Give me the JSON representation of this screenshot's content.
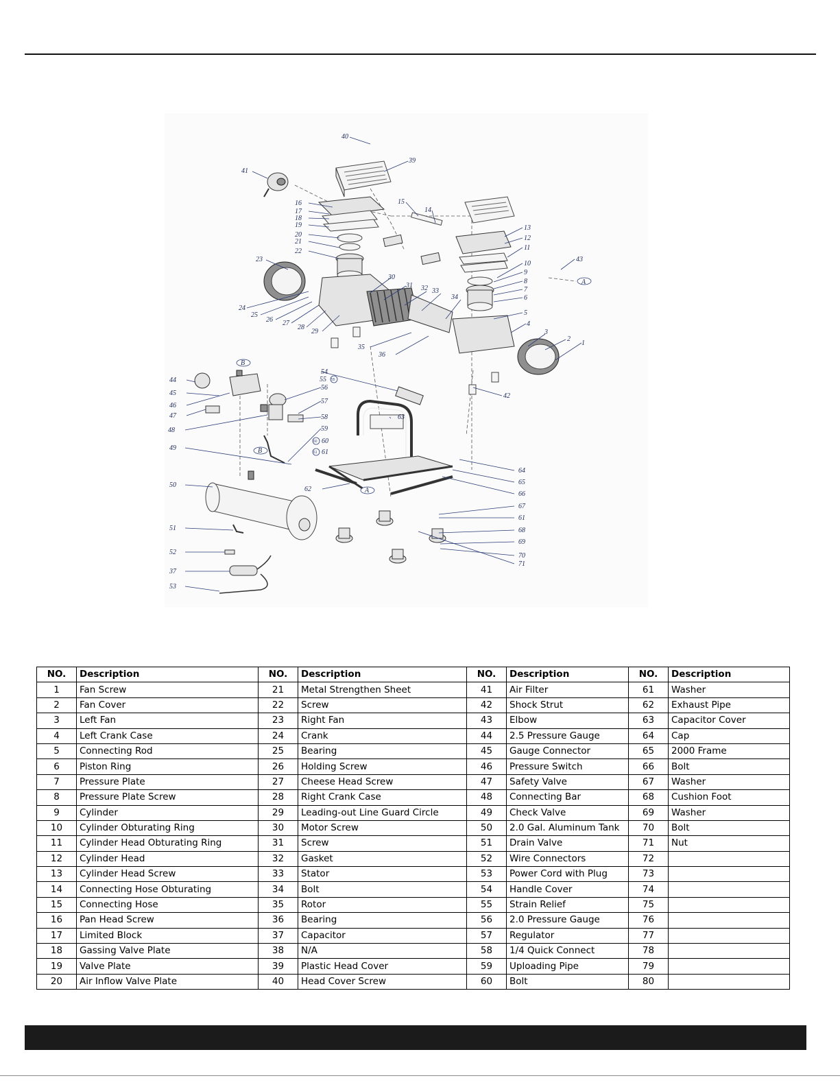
{
  "table": {
    "headers": [
      "NO.",
      "Description",
      "NO.",
      "Description",
      "NO.",
      "Description",
      "NO.",
      "Description"
    ],
    "rows": [
      [
        "1",
        "Fan Screw",
        "21",
        "Metal Strengthen Sheet",
        "41",
        "Air Filter",
        "61",
        "Washer"
      ],
      [
        "2",
        "Fan Cover",
        "22",
        "Screw",
        "42",
        "Shock Strut",
        "62",
        "Exhaust Pipe"
      ],
      [
        "3",
        "Left Fan",
        "23",
        "Right Fan",
        "43",
        "Elbow",
        "63",
        "Capacitor Cover"
      ],
      [
        "4",
        "Left Crank Case",
        "24",
        "Crank",
        "44",
        "2.5 Pressure Gauge",
        "64",
        "Cap"
      ],
      [
        "5",
        "Connecting Rod",
        "25",
        "Bearing",
        "45",
        "Gauge Connector",
        "65",
        "2000 Frame"
      ],
      [
        "6",
        "Piston Ring",
        "26",
        "Holding Screw",
        "46",
        "Pressure Switch",
        "66",
        "Bolt"
      ],
      [
        "7",
        "Pressure Plate",
        "27",
        "Cheese Head Screw",
        "47",
        "Safety Valve",
        "67",
        "Washer"
      ],
      [
        "8",
        "Pressure Plate Screw",
        "28",
        "Right Crank Case",
        "48",
        "Connecting Bar",
        "68",
        "Cushion Foot"
      ],
      [
        "9",
        "Cylinder",
        "29",
        "Leading-out Line Guard Circle",
        "49",
        "Check Valve",
        "69",
        "Washer"
      ],
      [
        "10",
        "Cylinder Obturating Ring",
        "30",
        "Motor Screw",
        "50",
        "2.0  Gal. Aluminum Tank",
        "70",
        "Bolt"
      ],
      [
        "11",
        "Cylinder Head Obturating Ring",
        "31",
        "Screw",
        "51",
        "Drain Valve",
        "71",
        "Nut"
      ],
      [
        "12",
        "Cylinder Head",
        "32",
        "Gasket",
        "52",
        "Wire Connectors",
        "72",
        ""
      ],
      [
        "13",
        "Cylinder Head Screw",
        "33",
        "Stator",
        "53",
        "Power Cord with Plug",
        "73",
        ""
      ],
      [
        "14",
        "Connecting Hose Obturating",
        "34",
        "Bolt",
        "54",
        "Handle Cover",
        "74",
        ""
      ],
      [
        "15",
        "Connecting Hose",
        "35",
        "Rotor",
        "55",
        "Strain Relief",
        "75",
        ""
      ],
      [
        "16",
        "Pan Head Screw",
        "36",
        "Bearing",
        "56",
        "2.0 Pressure Gauge",
        "76",
        ""
      ],
      [
        "17",
        "Limited Block",
        "37",
        "Capacitor",
        "57",
        "Regulator",
        "77",
        ""
      ],
      [
        "18",
        "Gassing Valve Plate",
        "38",
        "N/A",
        "58",
        "1/4 Quick Connect",
        "78",
        ""
      ],
      [
        "19",
        "Valve Plate",
        "39",
        "Plastic Head Cover",
        "59",
        "Uploading Pipe",
        "79",
        ""
      ],
      [
        "20",
        "Air Inflow Valve Plate",
        "40",
        "Head Cover Screw",
        "60",
        "Bolt",
        "80",
        ""
      ]
    ]
  },
  "diagram": {
    "labels": [
      "40",
      "39",
      "41",
      "15",
      "14",
      "16",
      "17",
      "18",
      "19",
      "20",
      "21",
      "22",
      "13",
      "12",
      "11",
      "43",
      "A",
      "23",
      "10",
      "9",
      "8",
      "7",
      "6",
      "30",
      "31",
      "32",
      "33",
      "34",
      "5",
      "24",
      "25",
      "26",
      "27",
      "28",
      "29",
      "4",
      "3",
      "2",
      "1",
      "35",
      "36",
      "B",
      "54",
      "55",
      "56",
      "57",
      "44",
      "45",
      "46",
      "47",
      "42",
      "58",
      "48",
      "59",
      "63",
      "60",
      "61",
      "B",
      "49",
      "64",
      "65",
      "50",
      "62",
      "A",
      "66",
      "67",
      "61",
      "51",
      "68",
      "69",
      "70",
      "71",
      "52",
      "37",
      "53"
    ],
    "side_labels": [
      "55",
      "60",
      "61"
    ]
  }
}
